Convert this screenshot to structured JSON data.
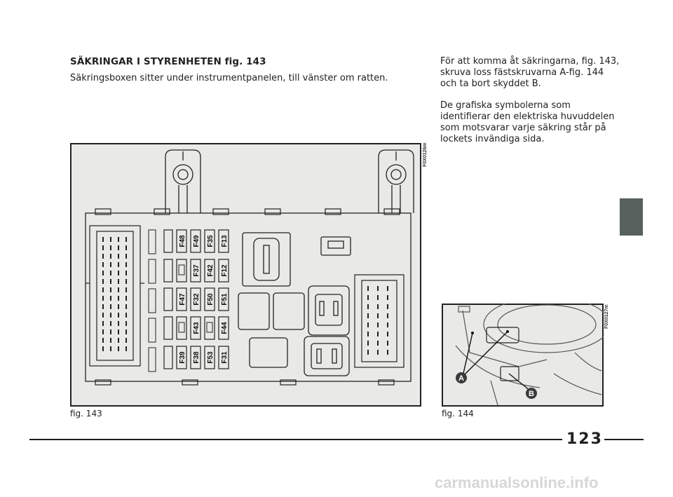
{
  "section": {
    "heading": "SÄKRINGAR I STYRENHETEN fig. 143",
    "intro": "Säkringsboxen sitter under instrumentpanelen, till vänster om ratten."
  },
  "right_column": {
    "paragraph1": "För att komma åt säkringarna, fig. 143, skruva loss fästskruvarna A-fig. 144 och ta bort skyddet B.",
    "paragraph2": "De grafiska symbolerna som identifierar den elektriska huvuddelen som motsvarar varje säkring står på lockets invändiga sida."
  },
  "figure143": {
    "code": "F0X0126m",
    "caption": "fig. 143",
    "fuse_columns": [
      [
        "F48",
        "",
        "F47",
        "",
        "F39"
      ],
      [
        "F49",
        "F37",
        "F32",
        "F43",
        "F38"
      ],
      [
        "F35",
        "F42",
        "F50",
        "",
        "F53"
      ],
      [
        "F13",
        "F12",
        "F51",
        "F44",
        "F31"
      ]
    ]
  },
  "figure144": {
    "code": "F0X0127m",
    "caption": "fig. 144",
    "label_a": "A",
    "label_b": "B"
  },
  "page": {
    "number": "123",
    "watermark": "carmanualsonline.info"
  },
  "colors": {
    "figure_bg": "#e9e9e7",
    "line": "#222222",
    "tab": "#56605d",
    "badge": "#3a3a3a"
  }
}
